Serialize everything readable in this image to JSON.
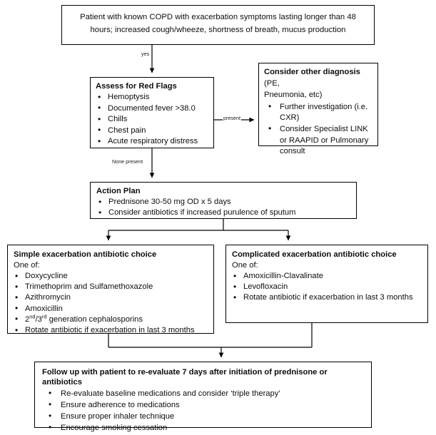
{
  "document": {
    "title": "COPD Exacerbation Management Flowchart",
    "background_color": "#ffffff",
    "line_color": "#000000",
    "text_color": "#0d0d0d"
  },
  "nodes": {
    "presentation": {
      "name": "patient-presentation",
      "text": "Patient with known COPD with exacerbation symptoms lasting longer than 48 hours; increased cough/wheeze, shortness of breath, mucus production"
    },
    "red_flags": {
      "name": "assess-for-red-flags",
      "title": "Assess for Red Flags",
      "items": [
        "Hemoptysis",
        "Documented fever >38.0",
        "Chills",
        "Chest pain",
        "Acute respiratory distress"
      ]
    },
    "other_diagnosis": {
      "name": "consider-other-diagnosis",
      "title_bold": "Consider other diagnosis",
      "title_regular": " (PE,",
      "title_line2": "Pneumonia, etc)",
      "items": [
        "Further investigation (i.e. CXR)",
        "Consider Specialist LINK or RAAPID or Pulmonary consult"
      ]
    },
    "action_plan": {
      "name": "action-plan",
      "title": "Action Plan",
      "items": [
        "Prednisone 30-50 mg OD x 5 days",
        "Consider antibiotics if increased purulence of sputum"
      ]
    },
    "simple": {
      "name": "simple-exacerbation-antibiotic-choice",
      "title": "Simple exacerbation antibiotic choice",
      "subtitle": "One of:",
      "items": [
        "Doxycycline",
        "Trimethoprim and Sulfamethoxazole",
        "Azithromycin",
        "Amoxicillin",
        "2nd/3rd generation cephalosporins",
        "Rotate antibiotic if exacerbation in last 3 months"
      ],
      "item_cephalosporins": {
        "prefix": "2",
        "sup1": "nd",
        "middle": "/3",
        "sup2": "rd",
        "suffix": " generation cephalosporins"
      }
    },
    "complicated": {
      "name": "complicated-exacerbation-antibiotic-choice",
      "title": "Complicated exacerbation antibiotic choice",
      "subtitle": "One of:",
      "items": [
        "Amoxicillin-Clavalinate",
        "Levofloxacin",
        "Rotate antibiotic if exacerbation in last 3 months"
      ]
    },
    "follow_up": {
      "name": "follow-up",
      "title": "Follow up with patient to re-evaluate 7 days after initiation of prednisone or antibiotics",
      "items": [
        "Re-evaluate baseline medications and consider ‘triple therapy’",
        "Ensure adherence to medications",
        "Ensure proper inhaler technique",
        "Encourage smoking cessation"
      ]
    }
  },
  "edges": {
    "presentation_to_red_flags": "yes",
    "red_flags_to_other_diagnosis": "present",
    "red_flags_to_action_plan": "None present",
    "action_plan_to_simple": "",
    "action_plan_to_complicated": "",
    "simple_to_follow_up": "",
    "complicated_to_follow_up": ""
  }
}
